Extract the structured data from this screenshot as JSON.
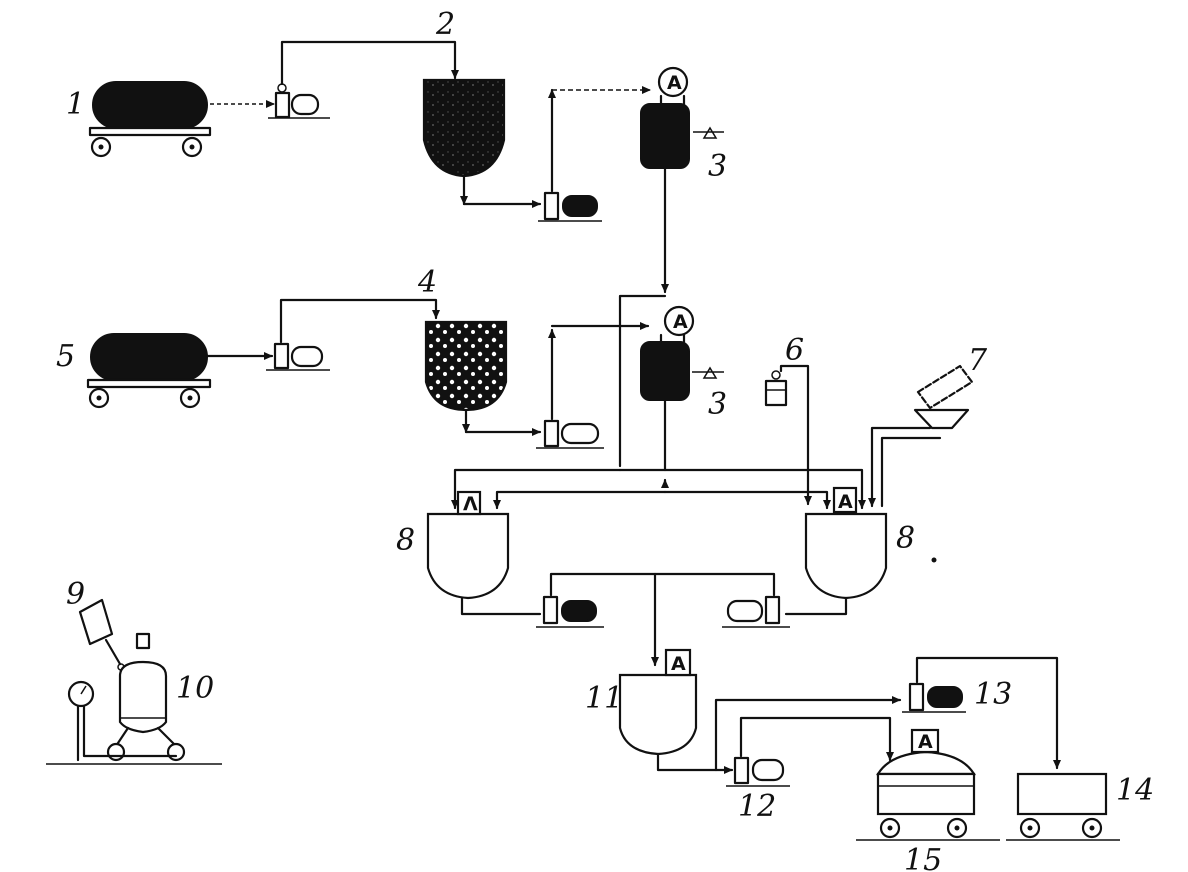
{
  "labels": {
    "n1": "1",
    "n2": "2",
    "n3a": "3",
    "n3b": "3",
    "n4": "4",
    "n5": "5",
    "n6": "6",
    "n7": "7",
    "n8a": "8",
    "n8b": "8",
    "n9": "9",
    "n10": "10",
    "n11": "11",
    "n12": "12",
    "n13": "13",
    "n14": "14",
    "n15": "15"
  },
  "marks": {
    "circle_a1": "A",
    "circle_a2": "A",
    "box_a_8left": "Λ",
    "box_a_8right": "A",
    "box_a_11": "A",
    "box_a_15": "A"
  }
}
